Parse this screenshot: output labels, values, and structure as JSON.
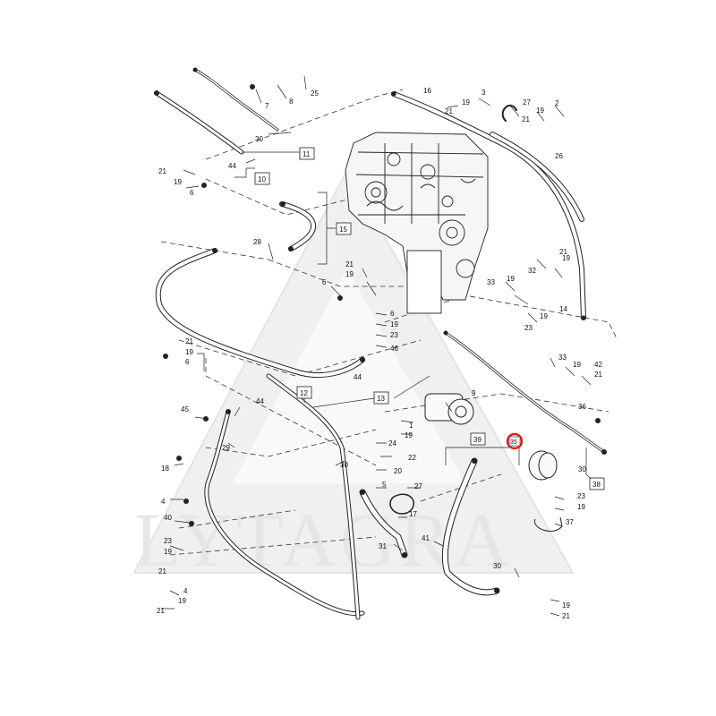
{
  "diagram": {
    "watermark_text": "LYTAGRA",
    "highlight_color": "#e02020",
    "line_color": "#1a1a1a",
    "callouts": [
      {
        "id": "c1",
        "text": "7"
      },
      {
        "id": "c2",
        "text": "8"
      },
      {
        "id": "c3",
        "text": "25"
      },
      {
        "id": "c4",
        "text": "30"
      },
      {
        "id": "c5",
        "text": "44"
      },
      {
        "id": "c6",
        "text": "21"
      },
      {
        "id": "c7",
        "text": "19"
      },
      {
        "id": "c8",
        "text": "6"
      },
      {
        "id": "c9",
        "text": "28"
      },
      {
        "id": "c10",
        "text": "16"
      },
      {
        "id": "c11",
        "text": "19"
      },
      {
        "id": "c12",
        "text": "3"
      },
      {
        "id": "c13",
        "text": "21"
      },
      {
        "id": "c14",
        "text": "27"
      },
      {
        "id": "c15",
        "text": "19"
      },
      {
        "id": "c16",
        "text": "2"
      },
      {
        "id": "c17",
        "text": "21"
      },
      {
        "id": "c18",
        "text": "26"
      },
      {
        "id": "c19",
        "text": "21"
      },
      {
        "id": "c20",
        "text": "19"
      },
      {
        "id": "c21",
        "text": "6"
      },
      {
        "id": "c22",
        "text": "6"
      },
      {
        "id": "c23",
        "text": "19"
      },
      {
        "id": "c24",
        "text": "23"
      },
      {
        "id": "c25",
        "text": "46"
      },
      {
        "id": "c26",
        "text": "44"
      },
      {
        "id": "c27",
        "text": "21"
      },
      {
        "id": "c28",
        "text": "19"
      },
      {
        "id": "c29",
        "text": "6"
      },
      {
        "id": "c30",
        "text": "19"
      },
      {
        "id": "c31",
        "text": "21"
      },
      {
        "id": "c32",
        "text": "32"
      },
      {
        "id": "c33",
        "text": "33"
      },
      {
        "id": "c34",
        "text": "19"
      },
      {
        "id": "c35",
        "text": "19"
      },
      {
        "id": "c36",
        "text": "14"
      },
      {
        "id": "c37",
        "text": "23"
      },
      {
        "id": "c38",
        "text": "33"
      },
      {
        "id": "c39",
        "text": "19"
      },
      {
        "id": "c40",
        "text": "42"
      },
      {
        "id": "c41",
        "text": "21"
      },
      {
        "id": "c42",
        "text": "36"
      },
      {
        "id": "c43",
        "text": "9"
      },
      {
        "id": "c44",
        "text": "1"
      },
      {
        "id": "c45",
        "text": "19"
      },
      {
        "id": "c46",
        "text": "45"
      },
      {
        "id": "c47",
        "text": "44"
      },
      {
        "id": "c48",
        "text": "29"
      },
      {
        "id": "c49",
        "text": "18"
      },
      {
        "id": "c50",
        "text": "30"
      },
      {
        "id": "c51",
        "text": "24"
      },
      {
        "id": "c52",
        "text": "22"
      },
      {
        "id": "c53",
        "text": "20"
      },
      {
        "id": "c54",
        "text": "5"
      },
      {
        "id": "c55",
        "text": "27"
      },
      {
        "id": "c56",
        "text": "17"
      },
      {
        "id": "c57",
        "text": "31"
      },
      {
        "id": "c58",
        "text": "4"
      },
      {
        "id": "c59",
        "text": "40"
      },
      {
        "id": "c60",
        "text": "23"
      },
      {
        "id": "c61",
        "text": "19"
      },
      {
        "id": "c62",
        "text": "21"
      },
      {
        "id": "c63",
        "text": "4"
      },
      {
        "id": "c64",
        "text": "19"
      },
      {
        "id": "c65",
        "text": "21"
      },
      {
        "id": "c66",
        "text": "30"
      },
      {
        "id": "c67",
        "text": "23"
      },
      {
        "id": "c68",
        "text": "19"
      },
      {
        "id": "c69",
        "text": "37"
      },
      {
        "id": "c70",
        "text": "41"
      },
      {
        "id": "c71",
        "text": "30"
      },
      {
        "id": "c72",
        "text": "19"
      },
      {
        "id": "c73",
        "text": "21"
      }
    ],
    "boxes": [
      {
        "id": "b1",
        "text": "11"
      },
      {
        "id": "b2",
        "text": "10"
      },
      {
        "id": "b3",
        "text": "15"
      },
      {
        "id": "b4",
        "text": "13"
      },
      {
        "id": "b5",
        "text": "12"
      },
      {
        "id": "b6",
        "text": "39"
      },
      {
        "id": "b7",
        "text": "38"
      }
    ],
    "highlighted_callout": "35"
  }
}
